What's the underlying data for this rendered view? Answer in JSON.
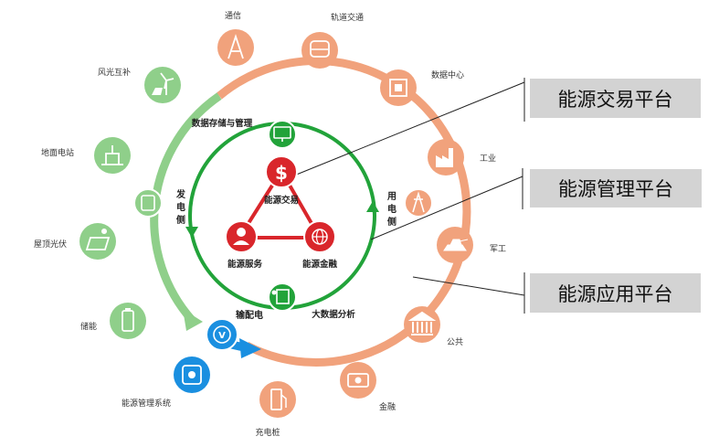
{
  "platforms": [
    "能源交易平台",
    "能源管理平台",
    "能源应用平台"
  ],
  "outer_nodes": {
    "communication": "通信",
    "rail_transit": "轨道交通",
    "data_center": "数据中心",
    "industry": "工业",
    "military": "军工",
    "public": "公共",
    "finance": "金融",
    "charging_pile": "充电桩",
    "energy_management_system": "能源管理系统",
    "energy_storage": "储能",
    "rooftop_pv": "屋顶光伏",
    "ground_power_station": "地面电站",
    "wind_solar_complement": "风光互补"
  },
  "ring_labels": {
    "generation_side": [
      "发",
      "电",
      "侧"
    ],
    "consumption_side": [
      "用",
      "电",
      "侧"
    ],
    "distribution": "输配电"
  },
  "inner_labels": {
    "data_storage_management": "数据存储与管理",
    "big_data_analysis": "大数据分析"
  },
  "center_labels": {
    "energy_trading": "能源交易",
    "energy_service": "能源服务",
    "energy_finance": "能源金融"
  },
  "colors": {
    "orange": "#f0a078",
    "green": "#22a33a",
    "light_green": "#8fcf8a",
    "red": "#d9262b",
    "blue": "#1a8fe0",
    "box_gray": "#d3d3d3"
  }
}
